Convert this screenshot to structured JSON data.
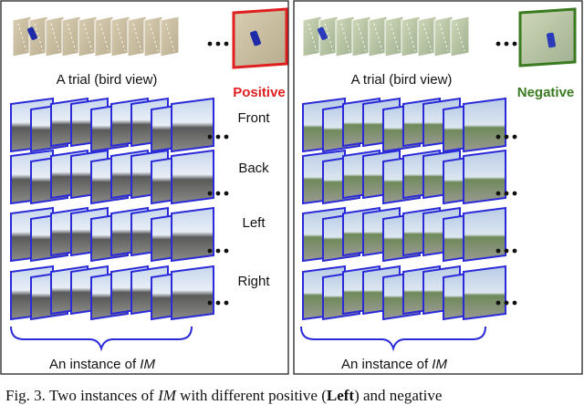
{
  "left_panel": {
    "trial_label": "A trial (bird view)",
    "outcome_label": "Positive",
    "outcome_color": "#e02020",
    "view_labels": [
      "Front",
      "Back",
      "Left",
      "Right"
    ],
    "instance_prefix": "An instance of ",
    "instance_em": "IM"
  },
  "right_panel": {
    "trial_label": "A trial (bird view)",
    "outcome_label": "Negative",
    "outcome_color": "#3a7a20",
    "instance_prefix": "An instance of ",
    "instance_em": "IM"
  },
  "ellipsis": "• • •",
  "caption": {
    "fig": "Fig. 3.",
    "text_a": "  Two instances of ",
    "em": "IM",
    "text_b": " with different positive (",
    "bold": "Left",
    "text_c": ") and negative"
  },
  "colors": {
    "frame_border": "#2a2ad8",
    "panel_border": "#222222",
    "bracket": "#2a2ad8"
  }
}
